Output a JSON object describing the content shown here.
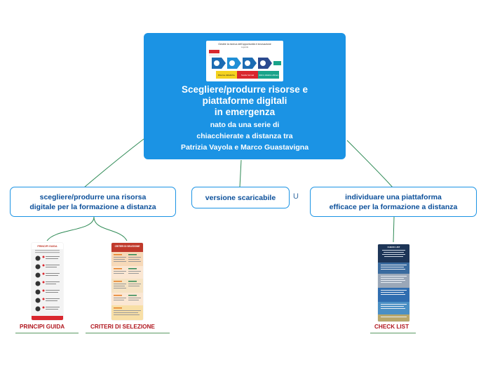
{
  "central": {
    "title": "Scegliere/produrre risorse e\npiattaforme digitali\nin emergenza",
    "subtitle": "nato da una serie di\nchiacchierate a distanza tra\nPatrizia Vayola e Marco Guastavigna",
    "image": {
      "header": "Gestire la ricerca dell'opportunità è innovazione",
      "sub_header": "Legenda",
      "step_labels": [
        "Risorse didattiche",
        "Scelta formati",
        "Utilizzo didattico efficace"
      ]
    }
  },
  "topics": {
    "left": "scegliere/produrre una risorsa\ndigitale per la formazione a distanza",
    "middle": "versione scaricabile",
    "middle_marker": "U",
    "right": "individuare una piattaforma\nefficace per la formazione a distanza"
  },
  "documents": [
    {
      "label": "PRINCIPI GUIDA",
      "header_text": "PRINCIPI GUIDA"
    },
    {
      "label": "CRITERI DI SELEZIONE",
      "header_text": "CRITERI DI SELEZIONE"
    },
    {
      "label": "CHECK LIST",
      "header_text": "CHECK LIST"
    }
  ],
  "colors": {
    "central_fill": "#1b93e4",
    "topic_border": "#1b93e4",
    "topic_text": "#0b4f9a",
    "connector": "#2e8a55",
    "doc_label": "#b0171f"
  }
}
